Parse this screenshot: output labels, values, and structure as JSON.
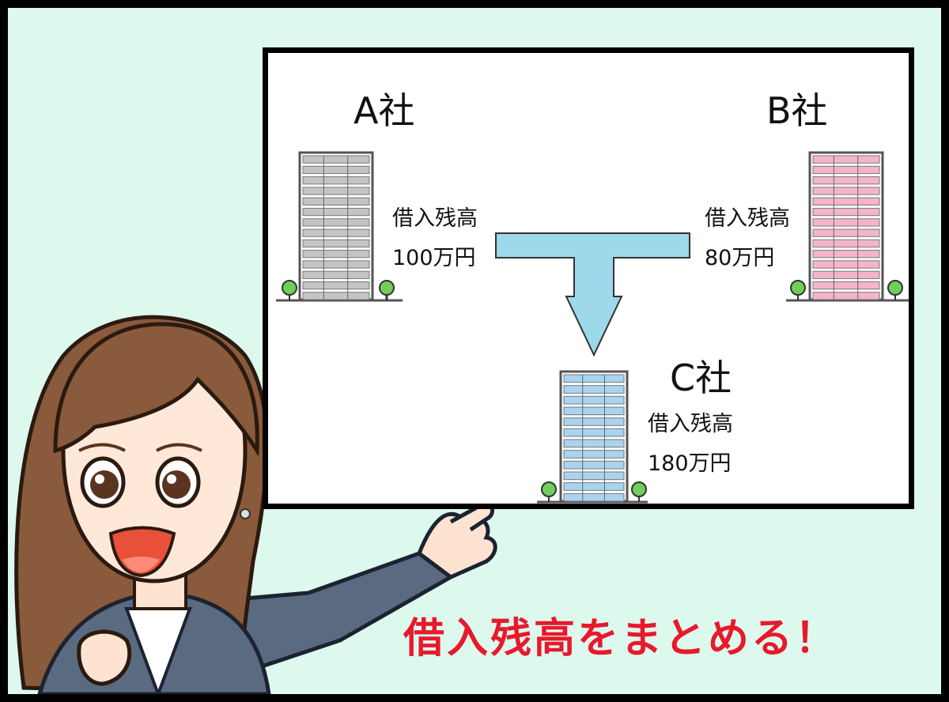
{
  "board": {
    "companies": [
      {
        "name": "A社",
        "label": "借入残高",
        "amount": "100万円",
        "color": "#c4c4c4"
      },
      {
        "name": "B社",
        "label": "借入残高",
        "amount": "80万円",
        "color": "#f5b5c9"
      },
      {
        "name": "C社",
        "label": "借入残高",
        "amount": "180万円",
        "color": "#a8d4f0"
      }
    ],
    "arrow_color": "#9dd9ea"
  },
  "caption": "借入残高をまとめる！",
  "colors": {
    "background": "#ddf9ee",
    "caption": "#e8192c",
    "suit": "#5a6a80",
    "hair": "#8a5a3c"
  }
}
